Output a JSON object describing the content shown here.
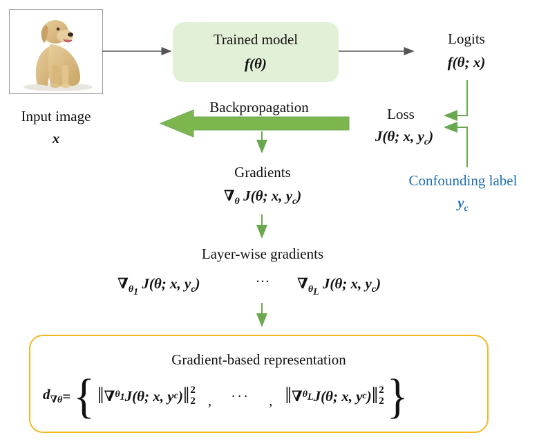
{
  "input": {
    "label": "Input image",
    "symbol": "x",
    "image_icon": "dog-photo-icon"
  },
  "model": {
    "label": "Trained model",
    "symbol": "f(θ)"
  },
  "logits": {
    "label": "Logits",
    "symbol": "f(θ; x)"
  },
  "loss": {
    "label": "Loss",
    "symbol_main": "J(θ; x, y",
    "symbol_sub": "c",
    "symbol_end": ")"
  },
  "confounding": {
    "label": "Confounding label",
    "symbol": "y",
    "symbol_sub": "c"
  },
  "backprop": {
    "label": "Backpropagation"
  },
  "gradients": {
    "label": "Gradients",
    "nabla": "∇",
    "nabla_sub": "θ",
    "expr": " J(θ; x, y",
    "expr_sub": "c",
    "expr_end": ")"
  },
  "layerwise": {
    "label": "Layer-wise gradients",
    "first_nabla": "∇",
    "first_sub": "θ",
    "first_subsub": "1",
    "last_nabla": "∇",
    "last_sub": "θ",
    "last_subsub": "L",
    "expr": " J(θ;  x, y",
    "expr_sub": "c",
    "expr_end": ")",
    "dots": "···"
  },
  "representation": {
    "label": "Gradient-based representation",
    "lhs": "d",
    "lhs_sub": "∇θ",
    "equals": " = ",
    "open_brace": "{",
    "close_brace": "}",
    "bars": "‖",
    "sup": "2",
    "sub": "2",
    "comma": ",",
    "dots": "···"
  },
  "colors": {
    "arrow_green": "#6aa84f",
    "backprop_fill": "#7db54f",
    "gray_arrow": "#555555",
    "model_fill": "#e3f0d8",
    "rep_border": "#f2b81f",
    "blue_text": "#1f6fb2"
  }
}
